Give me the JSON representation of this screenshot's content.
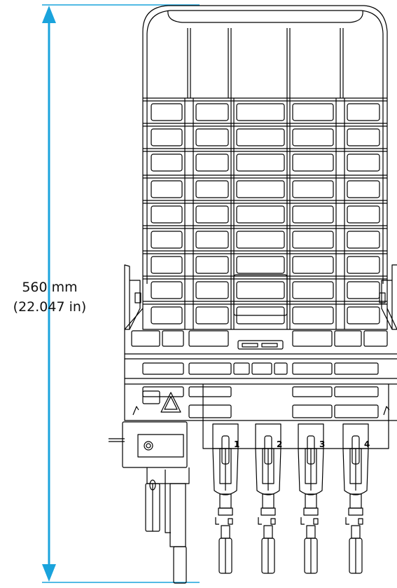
{
  "dimension": {
    "value_label": "560 mm",
    "imperial_label": "(22.047 in)",
    "arrow_color": "#1aa3dc"
  },
  "ports": [
    {
      "label": "1"
    },
    {
      "label": "2"
    },
    {
      "label": "3"
    },
    {
      "label": "4"
    }
  ],
  "colors": {
    "line": "#000000",
    "background": "#ffffff",
    "accent": "#1aa3dc"
  }
}
